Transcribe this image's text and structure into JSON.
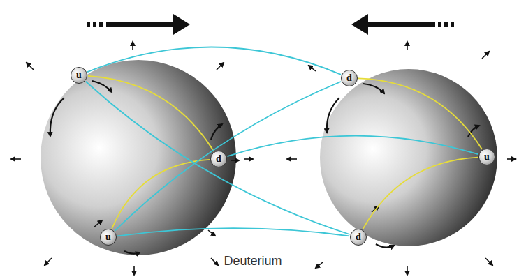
{
  "diagram": {
    "nodes": [
      {
        "text": [
          "u"
        ]
      },
      {
        "text": [
          "d"
        ]
      },
      {
        "text": [
          "u"
        ]
      },
      {
        "text": [
          "d"
        ]
      },
      {
        "text": [
          "u"
        ]
      },
      {
        "text": [
          "d"
        ]
      }
    ],
    "edges": [
      {
        "from": 0,
        "to": 1,
        "arrow": "none"
      },
      {
        "from": 2,
        "to": 1,
        "arrow": "none"
      },
      {
        "from": 3,
        "to": 4,
        "arrow": "none"
      },
      {
        "from": 5,
        "to": 4,
        "arrow": "none"
      },
      {
        "from": 0,
        "to": 3,
        "arrow": "none"
      },
      {
        "from": 0,
        "to": 5,
        "arrow": "none"
      },
      {
        "from": 2,
        "to": 3,
        "arrow": "none"
      },
      {
        "from": 1,
        "to": 4,
        "arrow": "none"
      },
      {
        "from": 2,
        "to": 5,
        "arrow": "none"
      }
    ],
    "labels": [
      "Deuterium"
    ]
  }
}
